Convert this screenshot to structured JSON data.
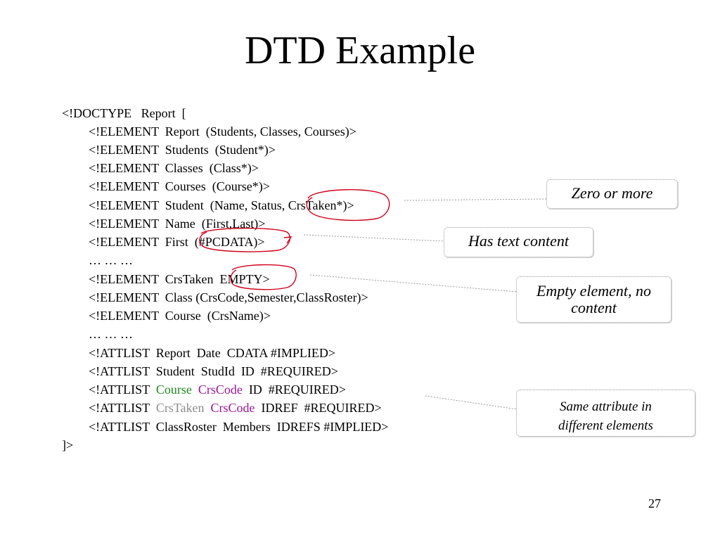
{
  "title": "DTD Example",
  "code": {
    "doctype_open": "<!DOCTYPE   Report  [",
    "el_report": "<!ELEMENT  Report  (Students, Classes, Courses)>",
    "el_students": "<!ELEMENT  Students  (Student*)>",
    "el_classes": "<!ELEMENT  Classes  (Class*)>",
    "el_courses": "<!ELEMENT  Courses  (Course*)>",
    "el_student": "<!ELEMENT  Student  (Name, Status, CrsTaken*)>",
    "el_name": "<!ELEMENT  Name  (First,Last)>",
    "el_first": "<!ELEMENT  First  (#PCDATA)>",
    "ellipsis1": "… … …",
    "el_crstaken": "<!ELEMENT  CrsTaken  EMPTY>",
    "el_class": "<!ELEMENT  Class (CrsCode,Semester,ClassRoster)>",
    "el_course": "<!ELEMENT  Course  (CrsName)>",
    "ellipsis2": "… … …",
    "att_report": "<!ATTLIST  Report  Date  CDATA #IMPLIED>",
    "att_student": "<!ATTLIST  Student  StudId  ID  #REQUIRED>",
    "att_course": {
      "prefix": "<!ATTLIST  ",
      "element": "Course",
      "attr": "CrsCode",
      "suffix": "  ID  #REQUIRED>"
    },
    "att_crstaken": {
      "prefix": "<!ATTLIST  ",
      "element": "CrsTaken",
      "attr": "CrsCode",
      "suffix": "  IDREF  #REQUIRED>"
    },
    "att_classroster": "<!ATTLIST  ClassRoster  Members  IDREFS #IMPLIED>",
    "doctype_close": "]>"
  },
  "callouts": {
    "zero_or_more": "Zero or more",
    "text_content": "Has text content",
    "empty_element": [
      "Empty element, no",
      "content"
    ],
    "same_attribute": [
      "Same attribute in",
      "different elements"
    ]
  },
  "page_number": "27",
  "colors": {
    "highlight_circle": "#d0021b",
    "course_element": "#1b8a1b",
    "crscode_attr": "#9a159a",
    "crstaken_element": "#8c8c8c",
    "callout_border": "#9a9a9a"
  }
}
